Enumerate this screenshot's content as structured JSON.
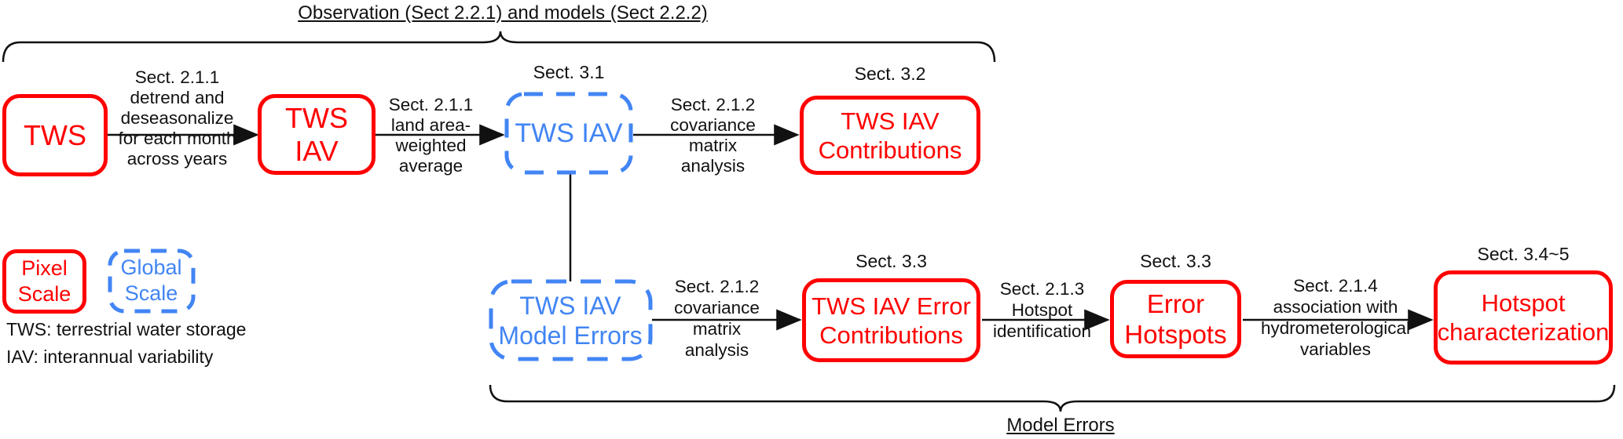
{
  "header": {
    "title": "Observation (Sect 2.2.1) and models (Sect 2.2.2)"
  },
  "footer": {
    "label": "Model Errors"
  },
  "nodes": {
    "tws": {
      "label": "TWS"
    },
    "tws_iav_pixel": {
      "label": "TWS IAV"
    },
    "tws_iav_global": {
      "label": "TWS IAV",
      "section": "Sect. 3.1"
    },
    "tws_iav_contributions": {
      "label": "TWS IAV\nContributions",
      "section": "Sect. 3.2"
    },
    "tws_iav_model_errors": {
      "label": "TWS IAV\nModel Errors"
    },
    "tws_iav_error_contributions": {
      "label": "TWS IAV Error\nContributions",
      "section": "Sect. 3.3"
    },
    "error_hotspots": {
      "label": "Error\nHotspots",
      "section": "Sect. 3.3"
    },
    "hotspot_characterization": {
      "label": "Hotspot\ncharacterization",
      "section": "Sect. 3.4~5"
    }
  },
  "edges": {
    "detrend": "Sect. 2.1.1\ndetrend and\ndeseasonalize\nfor each month\nacross years",
    "land_area": "Sect. 2.1.1\nland area-\nweighted\naverage",
    "covariance_top": "Sect. 2.1.2\ncovariance\nmatrix\nanalysis",
    "covariance_bottom": "Sect. 2.1.2\ncovariance\nmatrix\nanalysis",
    "hotspot_identification": "Sect. 2.1.3\nHotspot\nidentification",
    "association": "Sect. 2.1.4\nassociation with\nhydrometerological\nvariables"
  },
  "legend": {
    "pixel_scale": "Pixel\nScale",
    "global_scale": "Global\nScale",
    "abbr_tws": "TWS: terrestrial water storage",
    "abbr_iav": "IAV: interannual variability"
  },
  "colors": {
    "red": "#ff0000",
    "blue": "#4285f4",
    "line": "#111111"
  }
}
